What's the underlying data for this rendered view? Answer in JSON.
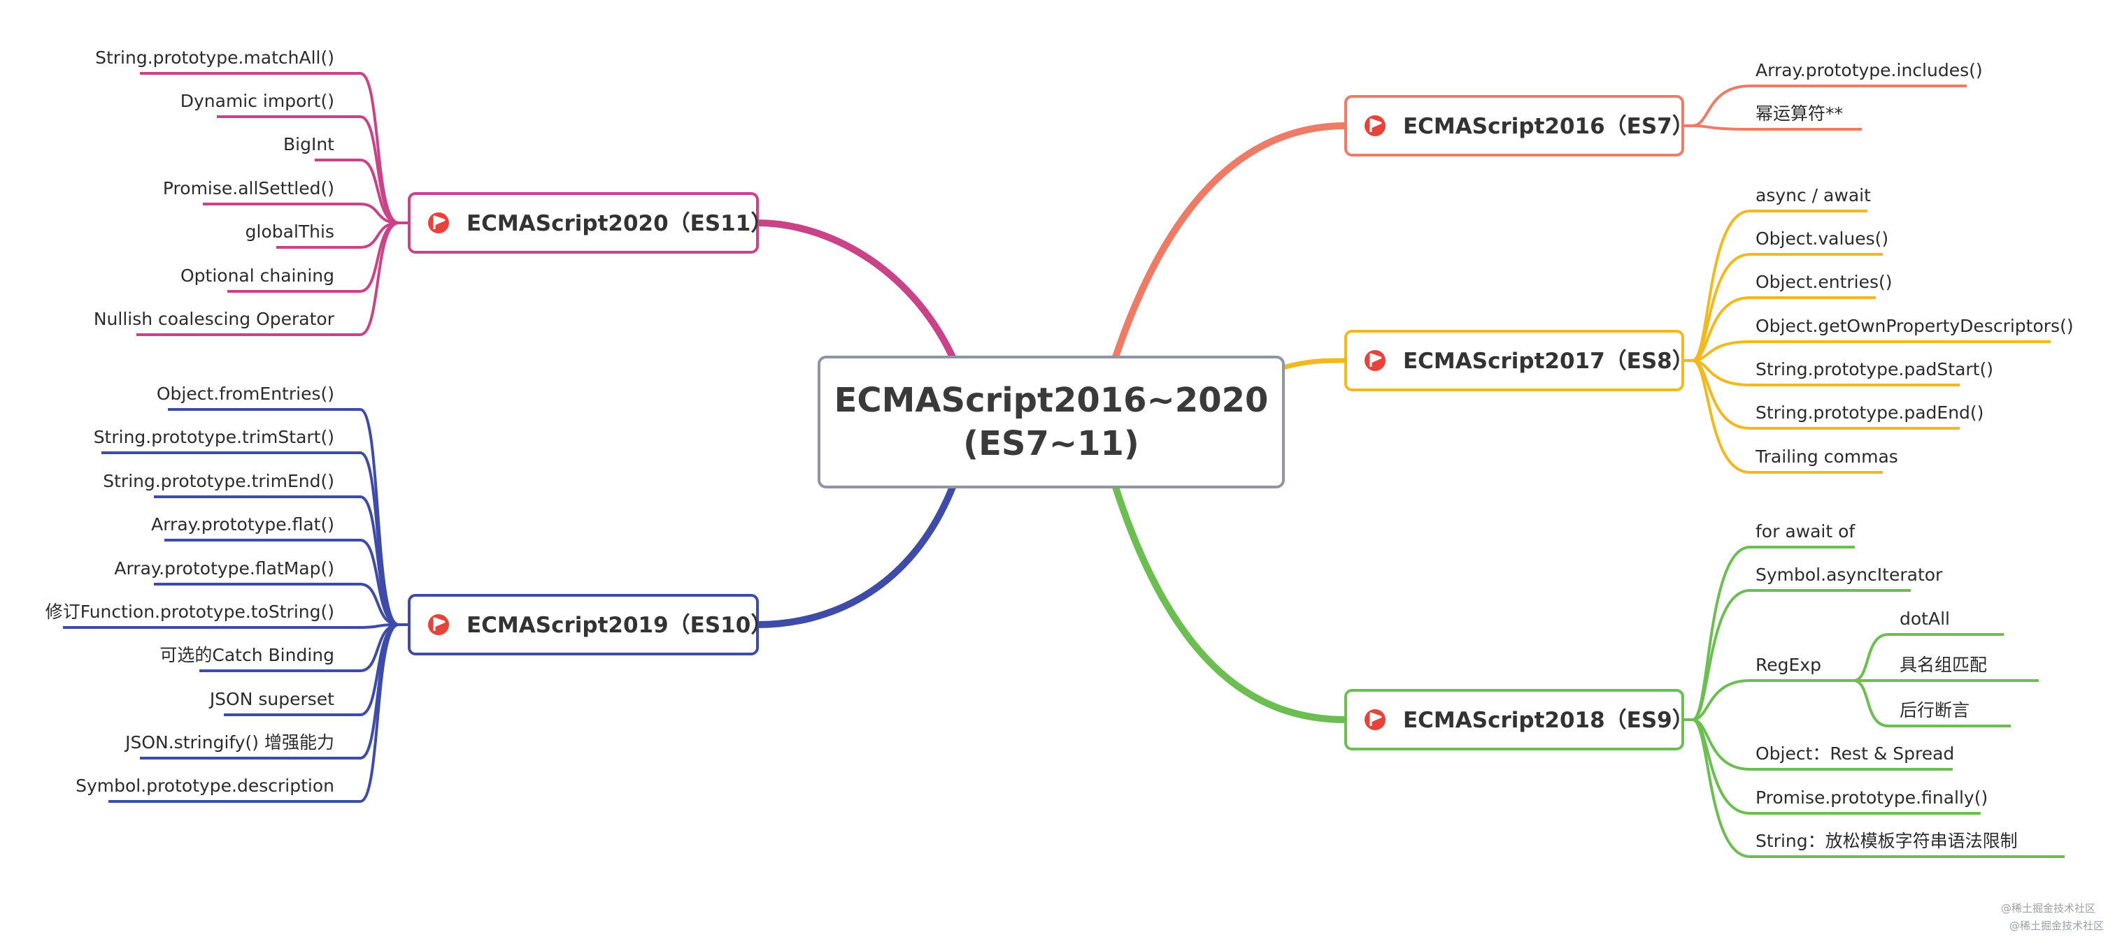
{
  "central": {
    "lines": [
      "ECMAScript2016~2020",
      "(ES7~11)"
    ]
  },
  "watermark": [
    "@稀土掘金技术社区",
    "@稀土掘金技术社区"
  ],
  "flag_icon": "flag-icon",
  "branches": {
    "es7": {
      "label": "ECMAScript2016（ES7）",
      "color": "#EE7B66",
      "items": [
        "Array.prototype.includes()",
        "幂运算符**"
      ]
    },
    "es8": {
      "label": "ECMAScript2017（ES8）",
      "color": "#F2B820",
      "items": [
        "async / await",
        "Object.values()",
        "Object.entries()",
        "Object.getOwnPropertyDescriptors()",
        "String.prototype.padStart()",
        "String.prototype.padEnd()",
        "Trailing commas"
      ]
    },
    "es9": {
      "label": "ECMAScript2018（ES9）",
      "color": "#6DBE52",
      "items": [
        "for await of",
        "Symbol.asyncIterator",
        "RegExp",
        "Object：Rest & Spread",
        "Promise.prototype.finally()",
        "String：放松模板字符串语法限制"
      ],
      "regexp_items": [
        "dotAll",
        "具名组匹配",
        "后行断言"
      ]
    },
    "es10": {
      "label": "ECMAScript2019（ES10）",
      "color": "#3E4CA8",
      "items": [
        "Object.fromEntries()",
        "String.prototype.trimStart()",
        "String.prototype.trimEnd()",
        "Array.prototype.flat()",
        "Array.prototype.flatMap()",
        "修订Function.prototype.toString()",
        "可选的Catch Binding",
        "JSON superset",
        "JSON.stringify() 增强能力",
        "Symbol.prototype.description"
      ]
    },
    "es11": {
      "label": "ECMAScript2020（ES11）",
      "color": "#C94389",
      "items": [
        "String.prototype.matchAll()",
        "Dynamic import()",
        "BigInt",
        "Promise.allSettled()",
        "globalThis",
        "Optional chaining",
        "Nullish coalescing Operator"
      ]
    }
  }
}
